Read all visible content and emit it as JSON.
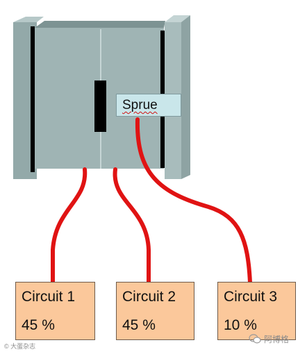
{
  "diagram": {
    "sprue_label": "Sprue",
    "circuits": [
      {
        "name": "Circuit 1",
        "percent": "45 %"
      },
      {
        "name": "Circuit 2",
        "percent": "45 %"
      },
      {
        "name": "Circuit 3",
        "percent": "10 %"
      }
    ],
    "runner_color": "#e01313",
    "mold_color": "#9fb4b4",
    "box_color": "#fbc89b"
  },
  "watermarks": {
    "left": "© 大蛋杂志",
    "right": "阿博格"
  }
}
